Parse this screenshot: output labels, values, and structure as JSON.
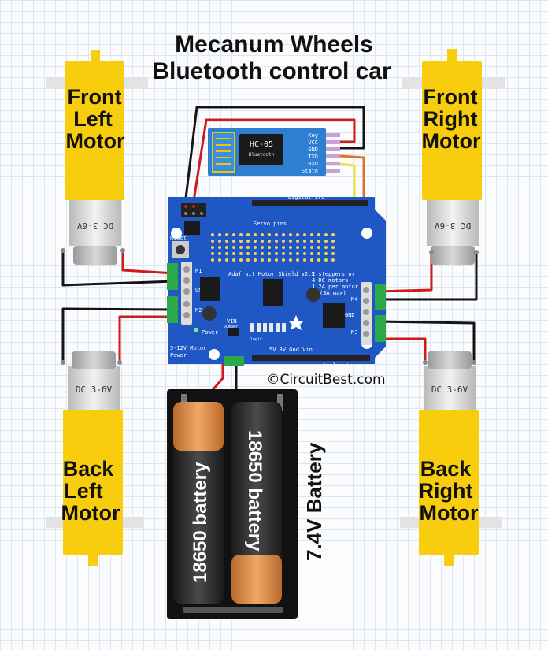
{
  "title": {
    "line1": "Mecanum Wheels",
    "line2": "Bluetooth control car"
  },
  "motors": {
    "front_left": [
      "Front",
      "Left",
      "Motor"
    ],
    "front_right": [
      "Front",
      "Right",
      "Motor"
    ],
    "back_left": [
      "Back",
      "Left",
      "Motor"
    ],
    "back_right": [
      "Back",
      "Right",
      "Motor"
    ],
    "gear_text_flipped": "DC 3-6V",
    "gear_text": "DC 3-6V"
  },
  "bluetooth": {
    "model": "HC-05",
    "sub": "Bluetooth",
    "pins": [
      "Key",
      "VCC",
      "GND",
      "TXD",
      "RXD",
      "State"
    ]
  },
  "shield": {
    "name": "Adafruit Motor Shield v2.3",
    "spec1": "2 steppers or",
    "spec2": "4 DC motors",
    "spec3": "1.2A per motor",
    "spec4": "(3A max)",
    "servo_label": "Servo pins",
    "power_label": "5-12V Motor",
    "power_label2": "Power",
    "power_led": "Power",
    "vin_jumper": "VIN",
    "jumper": "Jumper",
    "m1": "M1",
    "m2": "M2",
    "m3": "M3",
    "m4": "M4",
    "gnd": "GND",
    "reset": "Reset",
    "digital_io": "Digital I/O",
    "analog_in": "Analog in",
    "logic": "logic",
    "pwr": "5V 3V Gnd Vin"
  },
  "battery": {
    "cell_label": "18650 battery",
    "pack_label": "7.4V Battery"
  },
  "credit": "©CircuitBest.com",
  "colors": {
    "motor_yellow": "#f7cd0e",
    "shield_blue": "#1f57c4",
    "bluetooth_blue": "#2e7fd2",
    "wire_red": "#d11a1a",
    "wire_black": "#151515",
    "battery_copper": "#d98a45"
  }
}
